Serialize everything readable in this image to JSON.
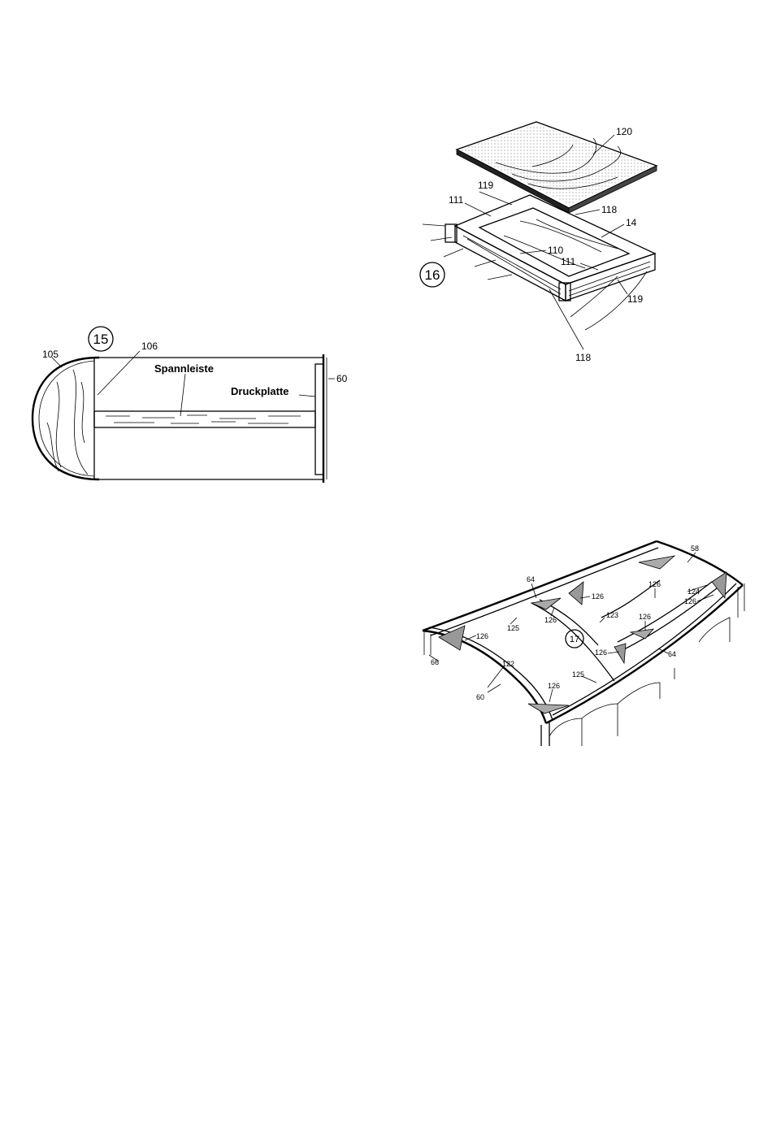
{
  "figures": {
    "fig15": {
      "number": "15",
      "labels": {
        "l105": "105",
        "l106": "106",
        "l60": "60",
        "spannleiste": "Spannleiste",
        "druckplatte": "Druckplatte"
      }
    },
    "fig16": {
      "number": "16",
      "labels": {
        "l120": "120",
        "l119a": "119",
        "l111a": "111",
        "l118a": "118",
        "l14": "14",
        "l110": "110",
        "l111b": "111",
        "l119b": "119",
        "l118b": "118"
      }
    },
    "fig17": {
      "number": "17",
      "labels": {
        "l58": "58",
        "l64a": "64",
        "l126a": "126",
        "l126b": "126",
        "l124": "124",
        "l126c": "126",
        "l126d": "126",
        "l123": "123",
        "l126e": "126",
        "l125a": "125",
        "l126f": "126",
        "l126g": "126",
        "l64b": "64",
        "l66": "66",
        "l122": "122",
        "l125b": "125",
        "l126h": "126",
        "l60": "60"
      }
    }
  }
}
